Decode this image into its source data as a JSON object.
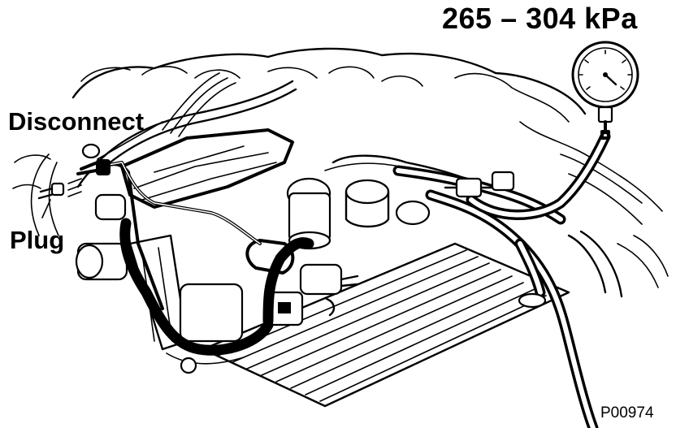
{
  "labels": {
    "pressure": "265 – 304 kPa",
    "disconnect": "Disconnect",
    "plug": "Plug",
    "figure_id": "P00974"
  },
  "icons": {
    "gauge": "pressure-gauge-icon"
  },
  "colors": {
    "ink": "#000000",
    "paper": "#ffffff"
  }
}
